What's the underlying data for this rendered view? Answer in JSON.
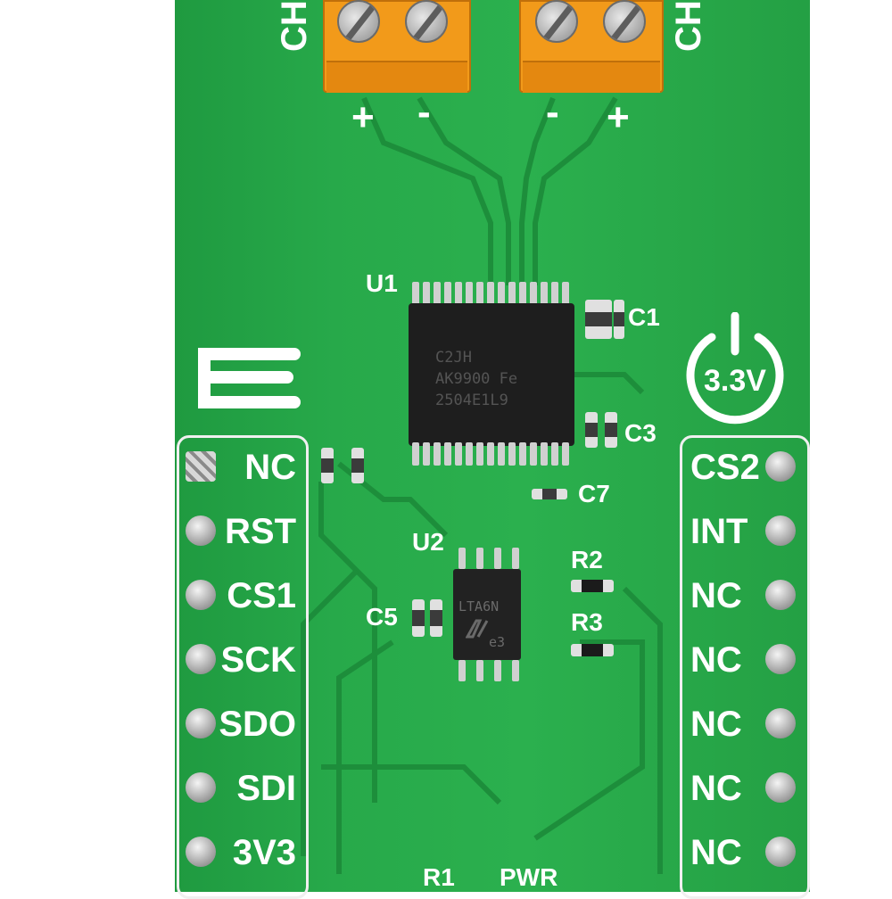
{
  "board": {
    "colors": {
      "pcb": "#27a94a",
      "silkscreen": "#ffffff",
      "terminal": "#f29a1a",
      "chip": "#1e1e1e"
    }
  },
  "terminals": {
    "left": {
      "label": "CH",
      "plus": "+",
      "minus": "-"
    },
    "right": {
      "label": "CH",
      "plus": "+",
      "minus": "-"
    }
  },
  "components": {
    "u1": "U1",
    "u2": "U2",
    "c1": "C1",
    "c3": "C3",
    "c5": "C5",
    "c7": "C7",
    "r1": "R1",
    "r2": "R2",
    "r3": "R3",
    "pwr": "PWR",
    "u1_marking": [
      "C2JH",
      "AK9900 Fe",
      "2504E1L9"
    ],
    "u2_marking": [
      "LTA6N",
      "e3"
    ]
  },
  "power_badge": "3.3V",
  "left_pins": [
    "NC",
    "RST",
    "CS1",
    "SCK",
    "SDO",
    "SDI",
    "3V3"
  ],
  "right_pins": [
    "CS2",
    "INT",
    "NC",
    "NC",
    "NC",
    "NC",
    "NC"
  ]
}
